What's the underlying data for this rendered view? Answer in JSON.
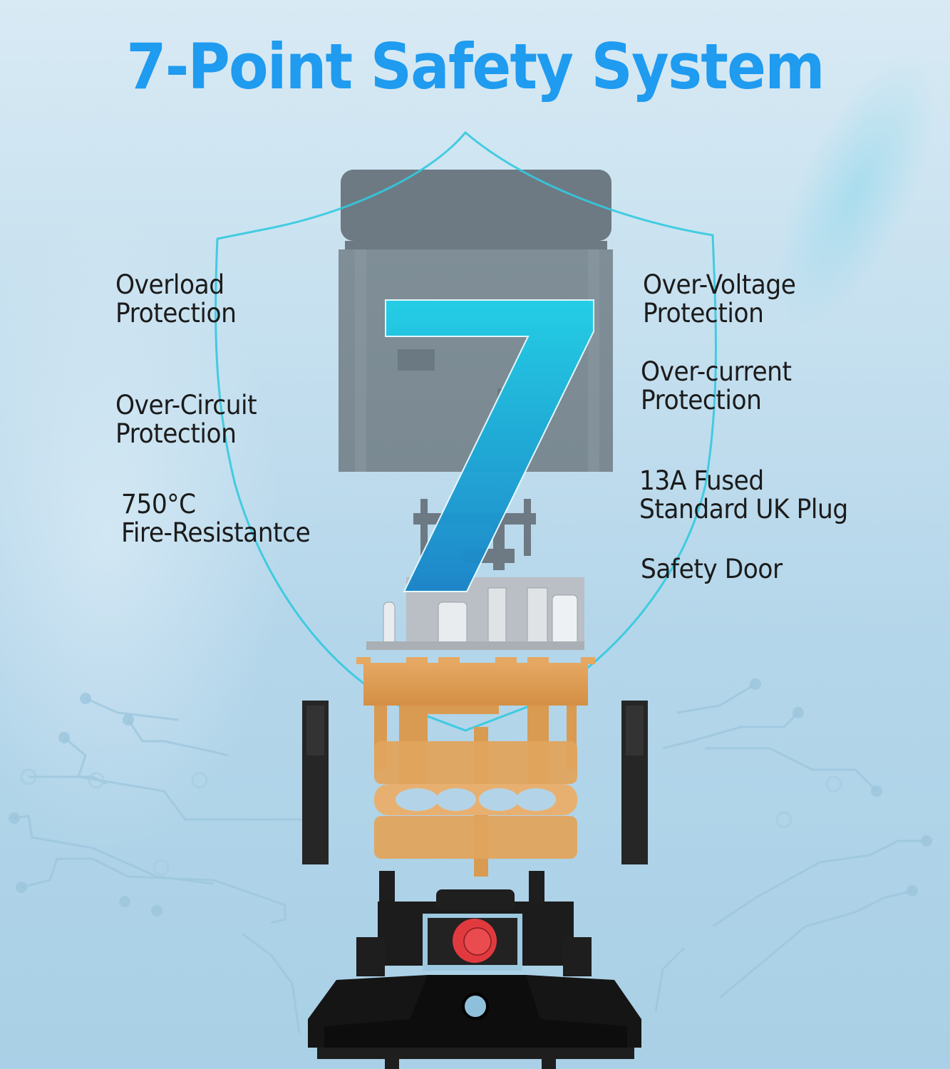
{
  "title": "7-Point Safety System",
  "big_numeral": "7",
  "features_left": [
    {
      "line1": "Overload",
      "line2": "Protection"
    },
    {
      "line1": "Over-Circuit",
      "line2": "Protection"
    },
    {
      "line1": "750°C",
      "line2": "Fire-Resistantce"
    }
  ],
  "features_right": [
    {
      "line1": "Over-Voltage",
      "line2": "Protection"
    },
    {
      "line1": "Over-current",
      "line2": "Protection"
    },
    {
      "line1": "13A Fused",
      "line2": "Standard UK Plug"
    },
    {
      "line1": "Safety Door",
      "line2": ""
    }
  ],
  "colors": {
    "title": "#1f9bf0",
    "shield_outline": "#33c9df",
    "numeral_top": "#22d0e8",
    "numeral_bottom": "#1a84c8",
    "housing_gray": "#7c8b94",
    "brass": "#d99a52",
    "base_black": "#1c1c1c",
    "reset_button_red": "#e03a3f"
  }
}
